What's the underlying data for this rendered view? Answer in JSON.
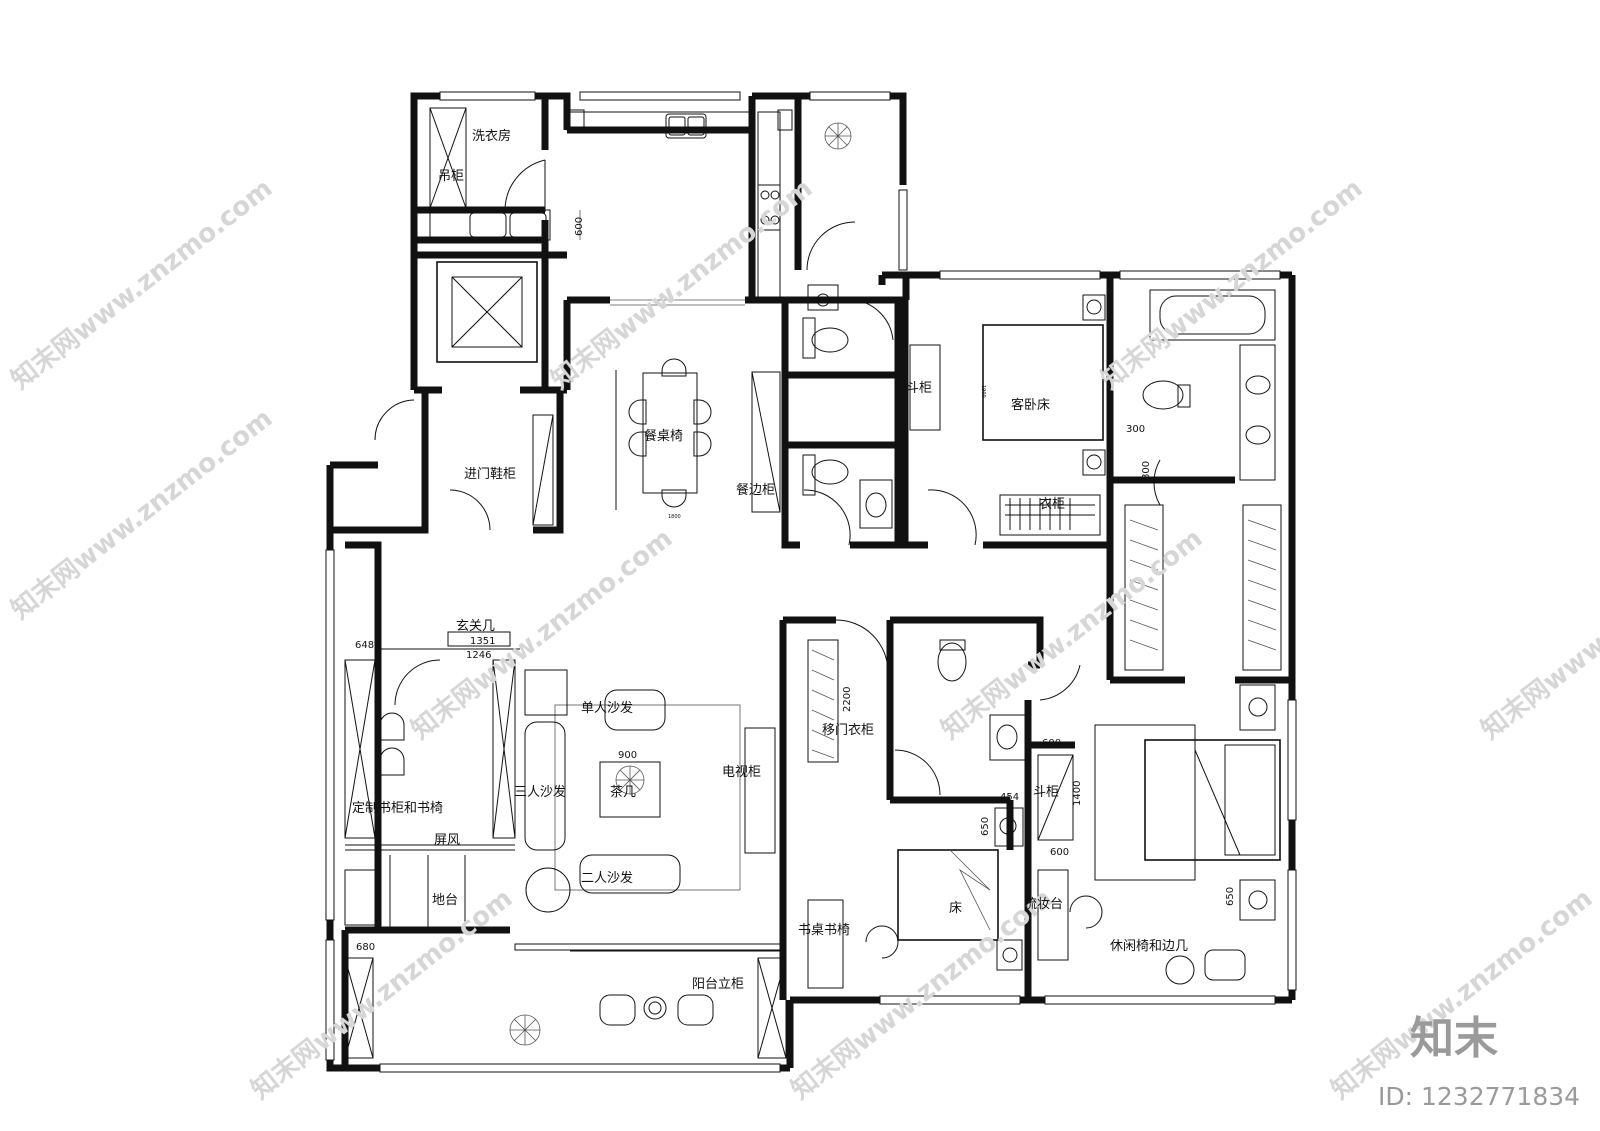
{
  "rooms": {
    "laundry": "洗衣房",
    "hanging_cabinet": "吊柜",
    "entry_shoe_cabinet": "进门鞋柜",
    "dining_chairs": "餐桌椅",
    "dining_side_cabinet": "餐边柜",
    "chest_cabinet_1": "斗柜",
    "guest_bed": "客卧床",
    "wardrobe": "衣柜",
    "foyer_table": "玄关几",
    "single_sofa": "单人沙发",
    "three_seat_sofa": "三人沙发",
    "coffee_table": "茶几",
    "tv_cabinet": "电视柜",
    "two_seat_sofa": "二人沙发",
    "custom_bookcase": "定制书柜和书椅",
    "screen": "屏风",
    "platform": "地台",
    "balcony_cabinet": "阳台立柜",
    "sliding_wardrobe": "移门衣柜",
    "chest_cabinet_2": "斗柜",
    "desk_chair": "书桌书椅",
    "bed": "床",
    "dresser": "梳妆台",
    "leisure_chair": "休闲椅和边几"
  },
  "dimensions": {
    "d600_kitchen": "600",
    "d1351": "1351",
    "d1246": "1246",
    "d648": "648",
    "d680": "680",
    "d900": "900",
    "d2200": "2200",
    "d600_a": "600",
    "d600_b": "600",
    "d454": "454",
    "d650_a": "650",
    "d650_b": "650",
    "d1400": "1400",
    "d300": "300",
    "d800": "800",
    "d1900": "1900",
    "d1800": "1800"
  },
  "watermark": {
    "site": "知末网www.znzmo.com",
    "brand": "知末",
    "id": "ID: 1232771834"
  }
}
